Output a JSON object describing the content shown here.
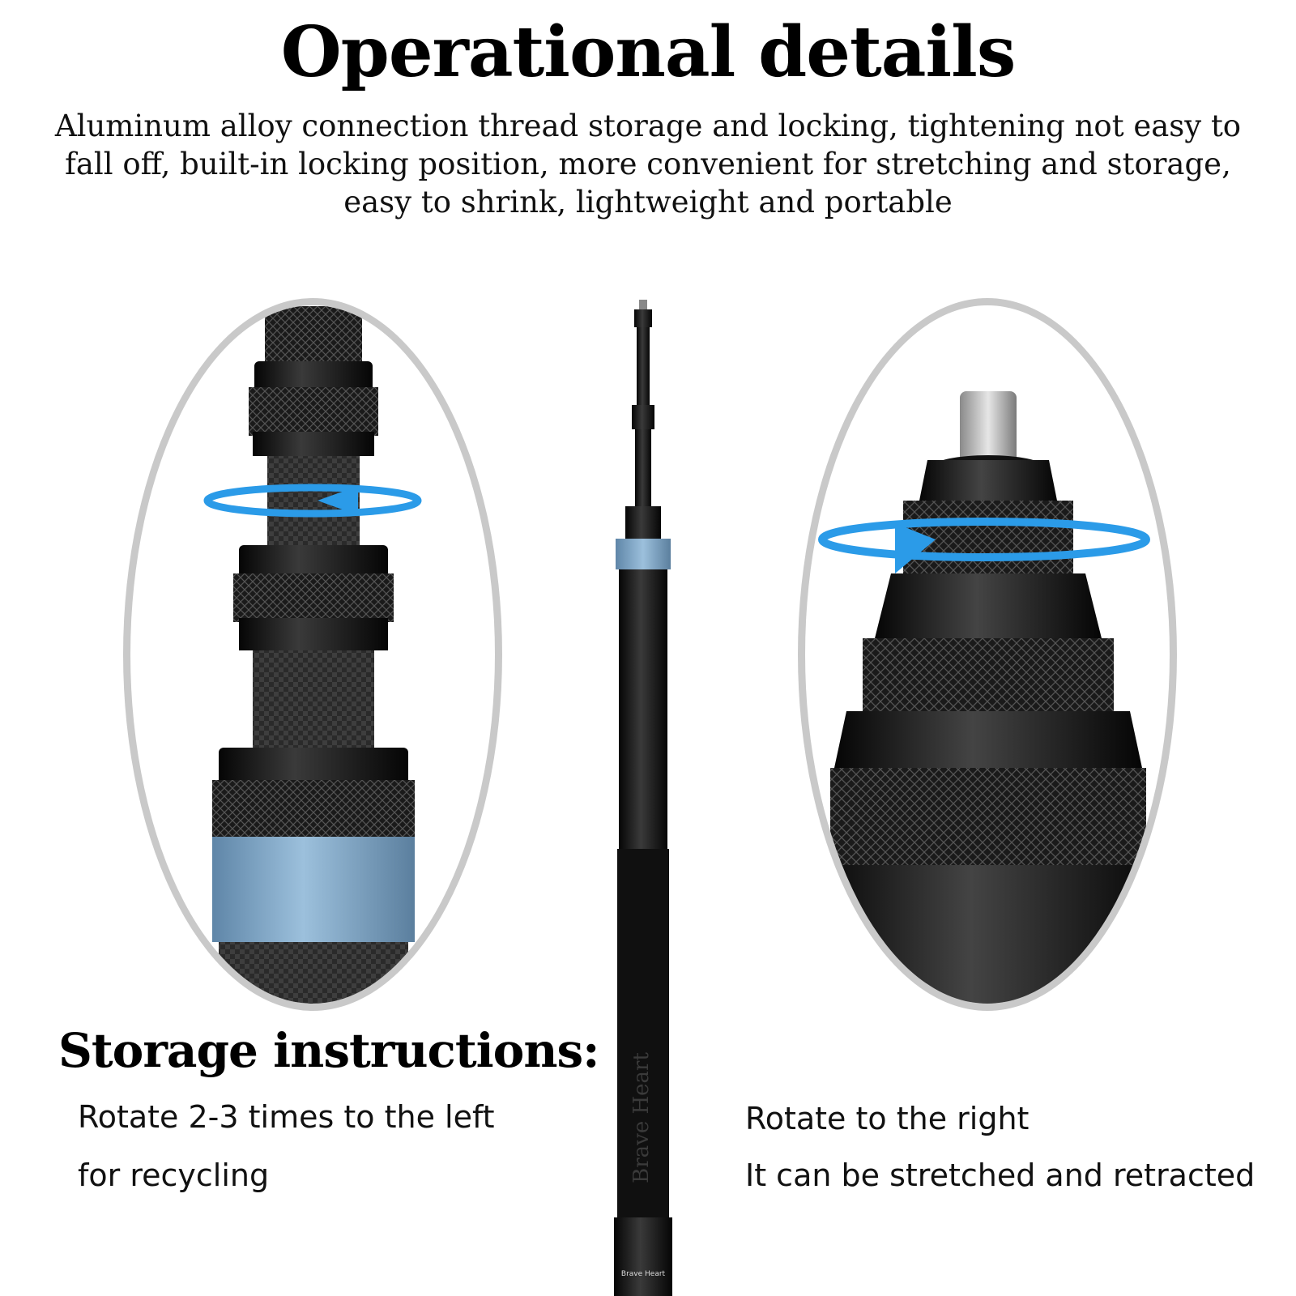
{
  "header": {
    "title": "Operational details",
    "description": "Aluminum alloy connection thread storage and locking, tightening not easy to fall off, built-in locking position, more convenient for stretching and storage, easy to shrink, lightweight and portable"
  },
  "storage": {
    "heading": "Storage instructions:",
    "left_line1": "Rotate 2-3 times to the left",
    "left_line2": "for recycling",
    "right_line1": "Rotate to the right",
    "right_line2": "It can be stretched and retracted"
  },
  "pole": {
    "brand_vertical": "Brave Heart",
    "brand_cap": "Brave Heart"
  },
  "colors": {
    "accent_arrow": "#2b9be8",
    "collar_blue": "#7fa6c6",
    "ring_border": "#c9c9c9",
    "pole_black": "#141414"
  }
}
